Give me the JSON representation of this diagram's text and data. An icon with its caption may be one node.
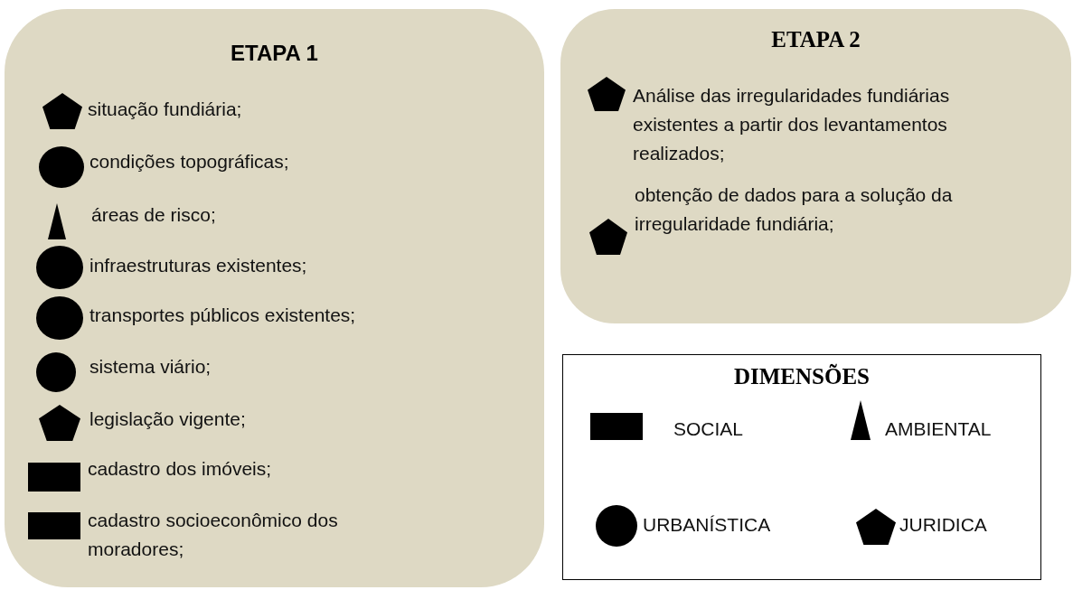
{
  "diagram": {
    "nodes": [
      {
        "text": [
          "ETAPA 1"
        ]
      },
      {
        "text": [],
        "shape": "pentagon",
        "in": 0,
        "beside": [
          "situação fundiária;"
        ]
      },
      {
        "text": [],
        "shape": "circle",
        "in": 0,
        "beside": [
          "condições topográficas;"
        ]
      },
      {
        "text": [],
        "shape": "triangle",
        "in": 0,
        "beside": [
          "áreas de risco;"
        ]
      },
      {
        "text": [],
        "shape": "circle",
        "in": 0,
        "beside": [
          "infraestruturas existentes;"
        ]
      },
      {
        "text": [],
        "shape": "circle",
        "in": 0,
        "beside": [
          "transportes públicos existentes;"
        ]
      },
      {
        "text": [],
        "shape": "circle",
        "in": 0,
        "beside": [
          "sistema viário;"
        ]
      },
      {
        "text": [],
        "shape": "pentagon",
        "in": 0,
        "beside": [
          "legislação vigente;"
        ]
      },
      {
        "text": [],
        "shape": "bar",
        "in": 0,
        "beside": [
          "cadastro dos imóveis;"
        ]
      },
      {
        "text": [],
        "shape": "bar",
        "in": 0,
        "beside": [
          "cadastro socioeconômico dos moradores;"
        ]
      },
      {
        "text": [
          "ETAPA 2"
        ]
      },
      {
        "text": [],
        "shape": "pentagon",
        "in": 10,
        "beside": [
          "Análise das irregularidades fundiárias existentes a partir dos levantamentos realizados;"
        ]
      },
      {
        "text": [],
        "shape": "pentagon",
        "in": 10,
        "beside": [
          "obtenção de dados para a solução da irregularidade fundiária;"
        ]
      },
      {
        "text": [
          "DIMENSÕES"
        ]
      },
      {
        "text": [],
        "shape": "bar",
        "in": 13,
        "beside": [
          "SOCIAL"
        ]
      },
      {
        "text": [],
        "shape": "triangle",
        "in": 13,
        "beside": [
          "AMBIENTAL"
        ]
      },
      {
        "text": [],
        "shape": "circle",
        "in": 13,
        "beside": [
          "URBANÍSTICA"
        ]
      },
      {
        "text": [],
        "shape": "pentagon",
        "in": 13,
        "beside": [
          "JURIDICA"
        ]
      }
    ]
  }
}
